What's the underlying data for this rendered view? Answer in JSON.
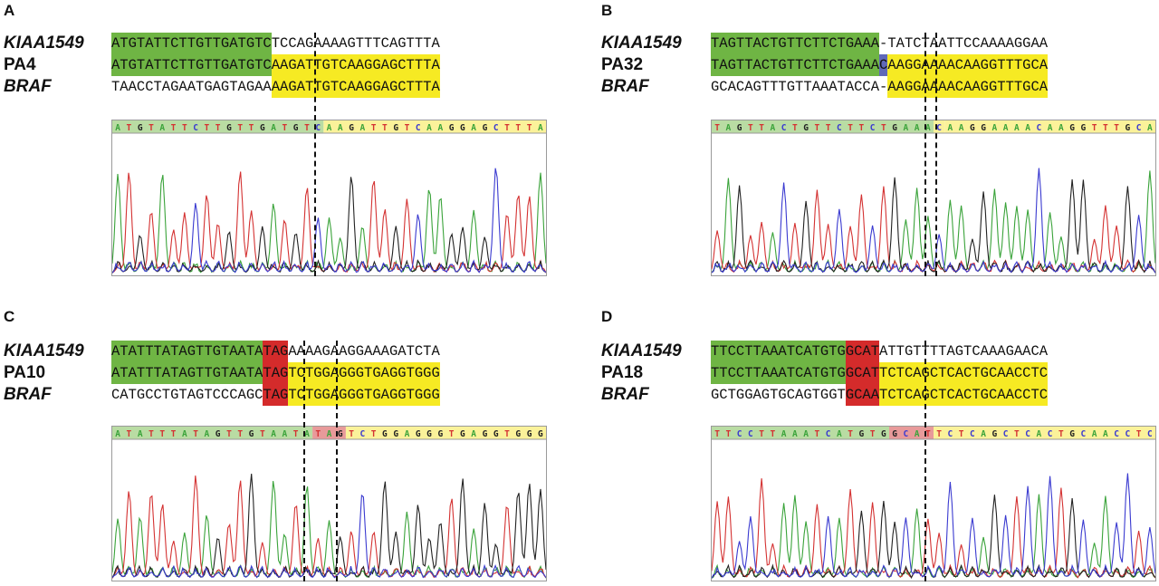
{
  "panels": [
    {
      "letter": "A",
      "labels": [
        "KIAA1549",
        "PA4",
        "BRAF"
      ],
      "rows": [
        [
          {
            "t": "ATGTATTCTTGTTGATGTC",
            "c": "g"
          },
          {
            "t": "TCCAGAAAAGTTTCAGTTTA",
            "c": ""
          }
        ],
        [
          {
            "t": "ATGTATTCTTGTTGATGTC",
            "c": "g"
          },
          {
            "t": "AAGATTGTCAAGGAGCTTTA",
            "c": "y"
          }
        ],
        [
          {
            "t": "TAACCTAGAATGAGTAGAA",
            "c": ""
          },
          {
            "t": "AAGATTGTCAAGGAGCTTTA",
            "c": "y"
          }
        ]
      ],
      "read": "ATGTATTCTTGTTGATGTCAAGATTGTCAAGGAGCTTTA",
      "read_split": [
        19,
        19
      ],
      "dashes": [
        19
      ]
    },
    {
      "letter": "B",
      "labels": [
        "KIAA1549",
        "PA32",
        "BRAF"
      ],
      "rows": [
        [
          {
            "t": "TAGTTACTGTTCTTCTGAAA",
            "c": "g"
          },
          {
            "t": "-",
            "c": ""
          },
          {
            "t": "TATCTAATTCCAAAAGGAA",
            "c": ""
          }
        ],
        [
          {
            "t": "TAGTTACTGTTCTTCTGAAA",
            "c": "g"
          },
          {
            "t": "C",
            "c": "b"
          },
          {
            "t": "AAGGAAAACAAGGTTTGCA",
            "c": "y"
          }
        ],
        [
          {
            "t": "GCACAGTTTGTTAAATACCA",
            "c": ""
          },
          {
            "t": "-",
            "c": ""
          },
          {
            "t": "AAGGAAAACAAGGTTTGCA",
            "c": "y"
          }
        ]
      ],
      "read": "TAGTTACTGTTCTTCTGAAACAAGGAAAACAAGGTTTGCA",
      "read_split": [
        20,
        20,
        21
      ],
      "dashes": [
        20,
        21
      ]
    },
    {
      "letter": "C",
      "labels": [
        "KIAA1549",
        "PA10",
        "BRAF"
      ],
      "rows": [
        [
          {
            "t": "ATATTTATAGTTGTAATA",
            "c": "g"
          },
          {
            "t": "TAG",
            "c": "r"
          },
          {
            "t": "AAAAGAAGGAAAGATCTA",
            "c": ""
          }
        ],
        [
          {
            "t": "ATATTTATAGTTGTAATA",
            "c": "g"
          },
          {
            "t": "TAG",
            "c": "r"
          },
          {
            "t": "TCTGGAGGGTGAGGTGGG",
            "c": "y"
          }
        ],
        [
          {
            "t": "CATGCCTGTAGTCCCAGC",
            "c": ""
          },
          {
            "t": "TAG",
            "c": "r"
          },
          {
            "t": "TCTGGAGGGTGAGGTGGG",
            "c": "y"
          }
        ]
      ],
      "read": "ATATTTATAGTTGTAATATAGTCTGGAGGGTGAGGTGGG",
      "read_split": [
        18,
        21
      ],
      "dashes": [
        18,
        21
      ]
    },
    {
      "letter": "D",
      "labels": [
        "KIAA1549",
        "PA18",
        "BRAF"
      ],
      "rows": [
        [
          {
            "t": "TTCCTTAAATCATGTG",
            "c": "g"
          },
          {
            "t": "GCAT",
            "c": "r"
          },
          {
            "t": "ATTGTTTTAGTCAAAGAACA",
            "c": ""
          }
        ],
        [
          {
            "t": "TTCCTTAAATCATGTG",
            "c": "g"
          },
          {
            "t": "GCAT",
            "c": "r"
          },
          {
            "t": "TCTCAGCTCACTGCAACCTC",
            "c": "y"
          }
        ],
        [
          {
            "t": "GCTGGAGTGCAGTGGT",
            "c": ""
          },
          {
            "t": "GCAA",
            "c": "r"
          },
          {
            "t": "TCTCAGCTCACTGCAACCTC",
            "c": "y"
          }
        ]
      ],
      "read": "TTCCTTAAATCATGTGGCATTCTCAGCTCACTGCAACCTC",
      "read_split": [
        16,
        20
      ],
      "dashes": [
        20
      ]
    }
  ],
  "base_colors": {
    "A": "#3aa33a",
    "T": "#d43232",
    "G": "#222222",
    "C": "#3a3ad0"
  },
  "highlight_colors": {
    "g": "#6fb544",
    "y": "#f6ea23",
    "r": "#d42b2b",
    "b": "#6068b8"
  }
}
